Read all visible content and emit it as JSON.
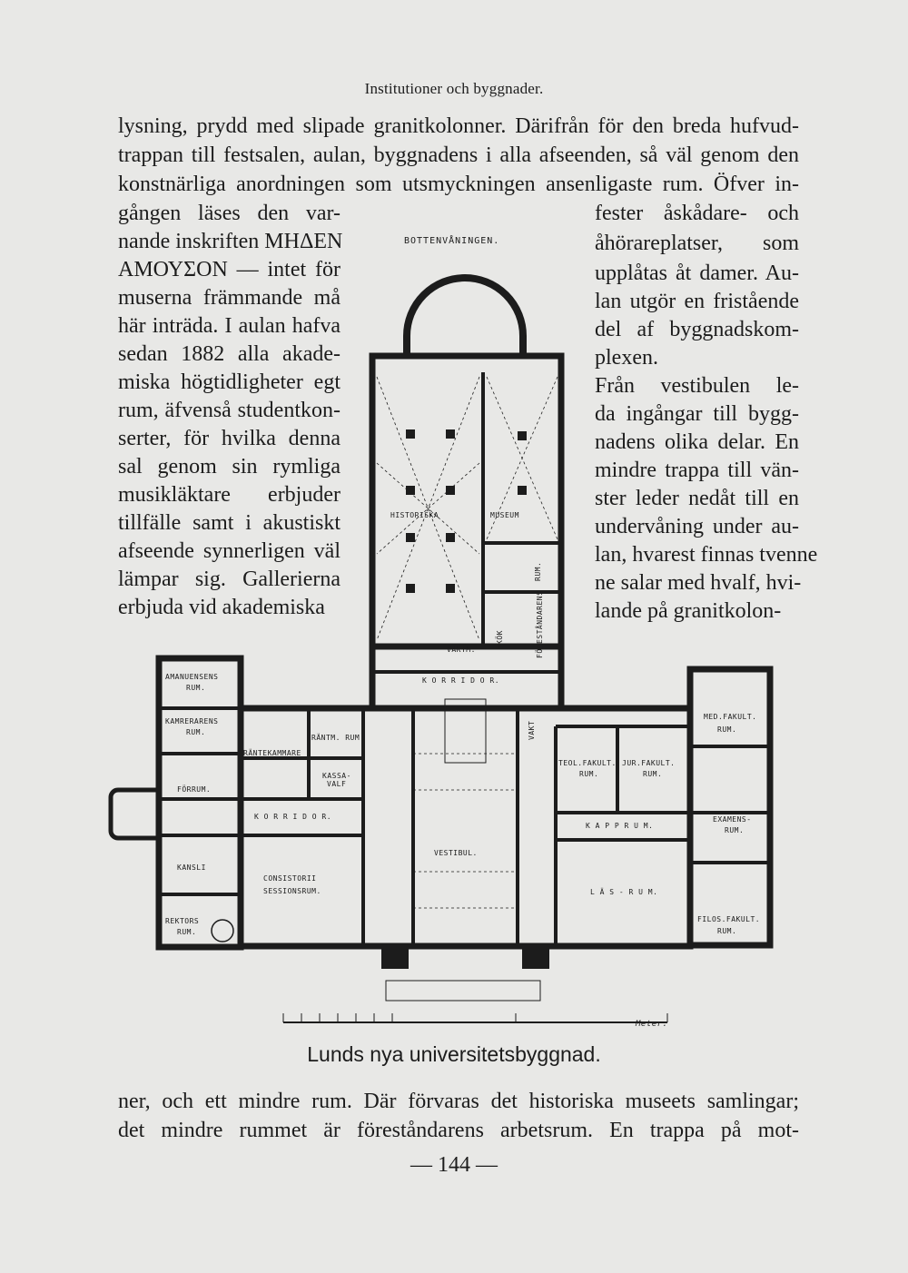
{
  "running_head": "Institutioner och byggnader.",
  "lines_full_top": [
    "lysning, prydd med slipade granitkolonner. Därifrån för den breda hufvud-",
    "trappan till festsalen, aulan, byggnadens i alla afseenden, så väl genom den",
    "konstnärliga anordningen som utsmyckningen ansenligaste rum. Öfver in-"
  ],
  "left_column": [
    "gången läses den var-",
    "nande inskriften ΜΗΔΕΝ",
    "ΑΜΟΥΣΟΝ — intet för",
    "muserna främmande må",
    "här inträda. I aulan hafva",
    "sedan 1882 alla akade-",
    "miska högtidligheter egt",
    "rum, äfvenså studentkon-",
    "serter, för hvilka denna",
    "sal genom sin rymliga",
    "musikläktare erbjuder",
    "tillfälle samt i akustiskt",
    "afseende synnerligen väl",
    "lämpar sig. Gallerierna",
    "erbjuda vid akademiska"
  ],
  "right_column": [
    "fester åskådare- och",
    "åhörareplatser, som",
    "upplåtas åt damer. Au-",
    "lan utgör en fristående",
    "del af byggnadskom-",
    "plexen.",
    "Från vestibulen le-",
    "da ingångar till bygg-",
    "nadens olika delar. En",
    "mindre trappa till vän-",
    "ster leder nedåt till en",
    "undervåning under au-",
    "lan, hvarest finnas tvenne",
    "ne salar med hvalf, hvi-",
    "lande på granitkolon-"
  ],
  "plan": {
    "title": "BOTTENVÅNINGEN.",
    "labels": {
      "historiska": "HISTORISKA",
      "museum": "MUSEUM",
      "rum_small": "RUM.",
      "forestandarens": "FÖRESTÅNDARENS",
      "kok": "KÖK",
      "vaktm": "VAKTM.",
      "korridor_top": "K O R R I D O R.",
      "vakt": "VAKT",
      "amanuensens": "AMANUENSENS",
      "rum1": "RUM.",
      "kamrerarens": "KAMRERARENS",
      "rum2": "RUM.",
      "rantm_rum": "RÄNTM. RUM",
      "rantekammare": "RÄNTEKAMMARE",
      "kassa": "KASSA-",
      "valf": "VALF",
      "forrum": "FÖRRUM.",
      "korridor_left": "K O R R I D O R.",
      "kansli": "KANSLI",
      "consistorii": "CONSISTORII",
      "sessionsrum": "SESSIONSRUM.",
      "rektors": "REKTORS",
      "rum3": "RUM.",
      "vestibul": "VESTIBUL.",
      "med_fakult": "MED.FAKULT.",
      "rum4": "RUM.",
      "teol_fakult": "TEOL.FAKULT.",
      "rum5": "RUM.",
      "jur_fakult": "JUR.FAKULT.",
      "rum6": "RUM.",
      "kapprum": "K A P P R U M.",
      "examens": "EXAMENS-",
      "rum7": "RUM.",
      "lasrum": "L Ä S - R U M.",
      "filos_fakult": "FILOS.FAKULT.",
      "rum8": "RUM.",
      "meter": "Meter."
    }
  },
  "caption": "Lunds nya universitetsbyggnad.",
  "lines_full_bottom": [
    "ner, och ett mindre rum. Där förvaras det historiska museets samlingar;",
    "det mindre rummet är föreståndarens arbetsrum. En trappa på mot-"
  ],
  "folio": "— 144 —",
  "colors": {
    "paper": "#e8e8e6",
    "ink": "#1c1c1c"
  }
}
